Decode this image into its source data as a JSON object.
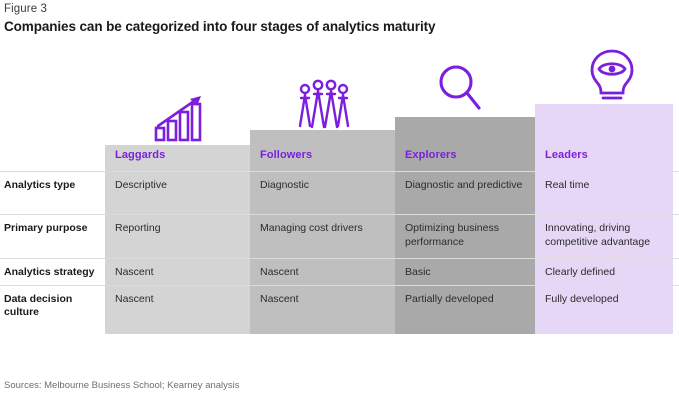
{
  "figure": {
    "label": "Figure 3",
    "title": "Companies can be categorized into four stages of analytics maturity"
  },
  "source": "Sources: Melbourne Business School; Kearney analysis",
  "colors": {
    "accent_purple": "#7a1fdd",
    "stage_1_grey": "#d4d4d4",
    "stage_2_grey": "#bfbfbf",
    "stage_3_grey": "#a9a9a9",
    "stage_4_purple": "#e6d7f7",
    "text": "#2b2b2b",
    "source_text": "#6e6e6e"
  },
  "icons": {
    "laggards": "bar-chart-growth-icon",
    "followers": "people-group-icon",
    "explorers": "magnifying-glass-icon",
    "leaders": "lightbulb-eye-icon"
  },
  "chart_data": {
    "type": "table",
    "title": "Companies can be categorized into four stages of analytics maturity",
    "subtitle": "Figure 3",
    "categories": [
      "Laggards",
      "Followers",
      "Explorers",
      "Leaders"
    ],
    "row_labels": [
      "Analytics type",
      "Primary purpose",
      "Analytics strategy",
      "Data decision culture"
    ],
    "rows": [
      {
        "label": "Analytics type",
        "values": [
          "Descriptive",
          "Diagnostic",
          "Diagnostic and predictive",
          "Real time"
        ]
      },
      {
        "label": "Primary purpose",
        "values": [
          "Reporting",
          "Managing cost drivers",
          "Optimizing business performance",
          "Innovating, driving competitive advantage"
        ]
      },
      {
        "label": "Analytics strategy",
        "values": [
          "Nascent",
          "Nascent",
          "Basic",
          "Clearly defined"
        ]
      },
      {
        "label": "Data decision culture",
        "values": [
          "Nascent",
          "Nascent",
          "Partially developed",
          "Fully developed"
        ]
      }
    ],
    "maturity_levels": [
      1,
      2,
      3,
      4
    ],
    "legend_position": "none",
    "grid": false
  },
  "table": {
    "headers": [
      "Laggards",
      "Followers",
      "Explorers",
      "Leaders"
    ],
    "rows": [
      {
        "label": "Analytics type",
        "label_line1": "Analytics type",
        "label_line2": "",
        "c0": "Descriptive",
        "c1": "Diagnostic",
        "c2": "Diagnostic and predictive",
        "c3": "Real time"
      },
      {
        "label": "Primary purpose",
        "label_line1": "Primary purpose",
        "label_line2": "",
        "c0": "Reporting",
        "c1": "Managing cost drivers",
        "c2": "Optimizing business performance",
        "c3": "Innovating, driving competitive advantage"
      },
      {
        "label": "Analytics strategy",
        "label_line1": "Analytics strategy",
        "label_line2": "",
        "c0": "Nascent",
        "c1": "Nascent",
        "c2": "Basic",
        "c3": "Clearly defined"
      },
      {
        "label": "Data decision culture",
        "label_line1": "Data decision",
        "label_line2": "culture",
        "c0": "Nascent",
        "c1": "Nascent",
        "c2": "Partially developed",
        "c3": "Fully developed"
      }
    ]
  }
}
